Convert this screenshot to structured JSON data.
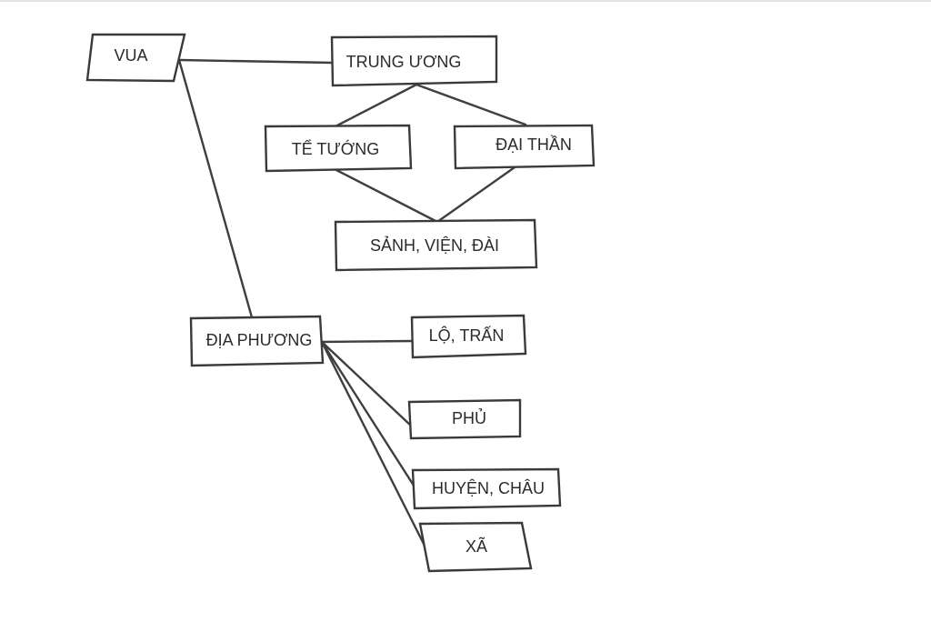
{
  "nodes": {
    "vua": "VUA",
    "trung_uong": "TRUNG ƯƠNG",
    "te_tuong": "TỂ TƯỚNG",
    "dai_than": "ĐẠI THẦN",
    "sanh_vien_dai": "SẢNH, VIỆN, ĐÀI",
    "dia_phuong": "ĐỊA PHƯƠNG",
    "lo_tran": "LỘ, TRẤN",
    "phu": "PHỦ",
    "huyen_chau": "HUYỆN, CHÂU",
    "xa": "XÃ"
  },
  "edges": [
    [
      "vua",
      "trung_uong"
    ],
    [
      "vua",
      "dia_phuong"
    ],
    [
      "trung_uong",
      "te_tuong"
    ],
    [
      "trung_uong",
      "dai_than"
    ],
    [
      "te_tuong",
      "sanh_vien_dai"
    ],
    [
      "dai_than",
      "sanh_vien_dai"
    ],
    [
      "dia_phuong",
      "lo_tran"
    ],
    [
      "dia_phuong",
      "phu"
    ],
    [
      "dia_phuong",
      "huyen_chau"
    ],
    [
      "dia_phuong",
      "xa"
    ]
  ],
  "colors": {
    "stroke": "#3a3a3a",
    "text": "#2b2b2b",
    "background": "#ffffff"
  }
}
